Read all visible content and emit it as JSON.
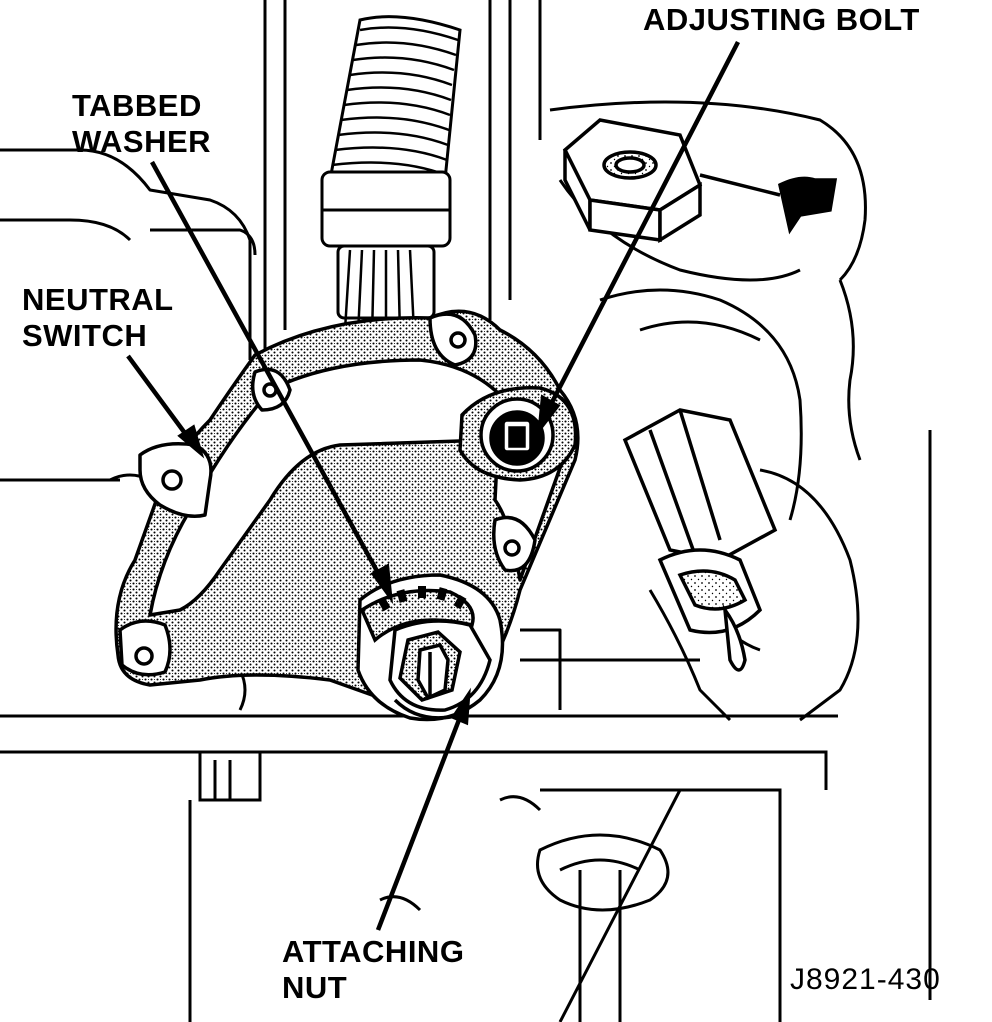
{
  "labels": {
    "adjusting_bolt": "ADJUSTING BOLT",
    "tabbed_washer": [
      "TABBED",
      "WASHER"
    ],
    "neutral_switch": [
      "NEUTRAL",
      "SWITCH"
    ],
    "attaching_nut": [
      "ATTACHING",
      "NUT"
    ]
  },
  "figure_id": "J8921-430"
}
